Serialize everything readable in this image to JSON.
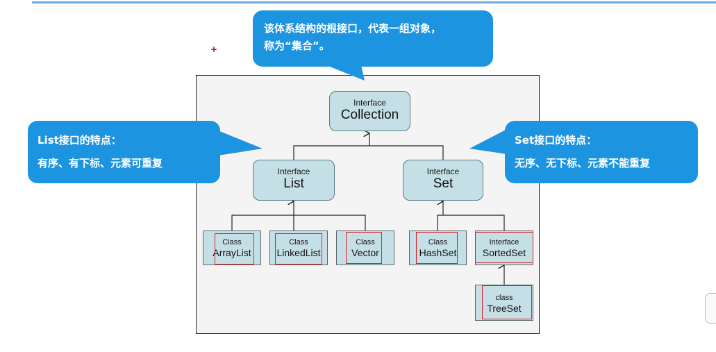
{
  "top_callout": {
    "line1": "该体系结构的根接口，代表一组对象，",
    "line2": "称为“集合”。"
  },
  "list_callout": {
    "line1": "List接口的特点：",
    "line2": "有序、有下标、元素可重复"
  },
  "set_callout": {
    "line1": "Set接口的特点：",
    "line2": "无序、无下标、元素不能重复"
  },
  "marker": "+",
  "nodes": {
    "collection": {
      "kind": "Interface",
      "name": "Collection"
    },
    "list": {
      "kind": "Interface",
      "name": "List"
    },
    "set": {
      "kind": "Interface",
      "name": "Set"
    },
    "arraylist": {
      "kind": "Class",
      "name": "ArrayList"
    },
    "linkedlist": {
      "kind": "Class",
      "name": "LinkedList"
    },
    "vector": {
      "kind": "Class",
      "name": "Vector"
    },
    "hashset": {
      "kind": "Class",
      "name": "HashSet"
    },
    "sortedset": {
      "kind": "Interface",
      "name": "SortedSet"
    },
    "treeset": {
      "kind": "class",
      "name": "TreeSet"
    }
  },
  "colors": {
    "callout": "#1d94e0",
    "node_fill": "#c5dfe6",
    "highlight": "#e02020",
    "accent_line": "#6fa8dc"
  }
}
